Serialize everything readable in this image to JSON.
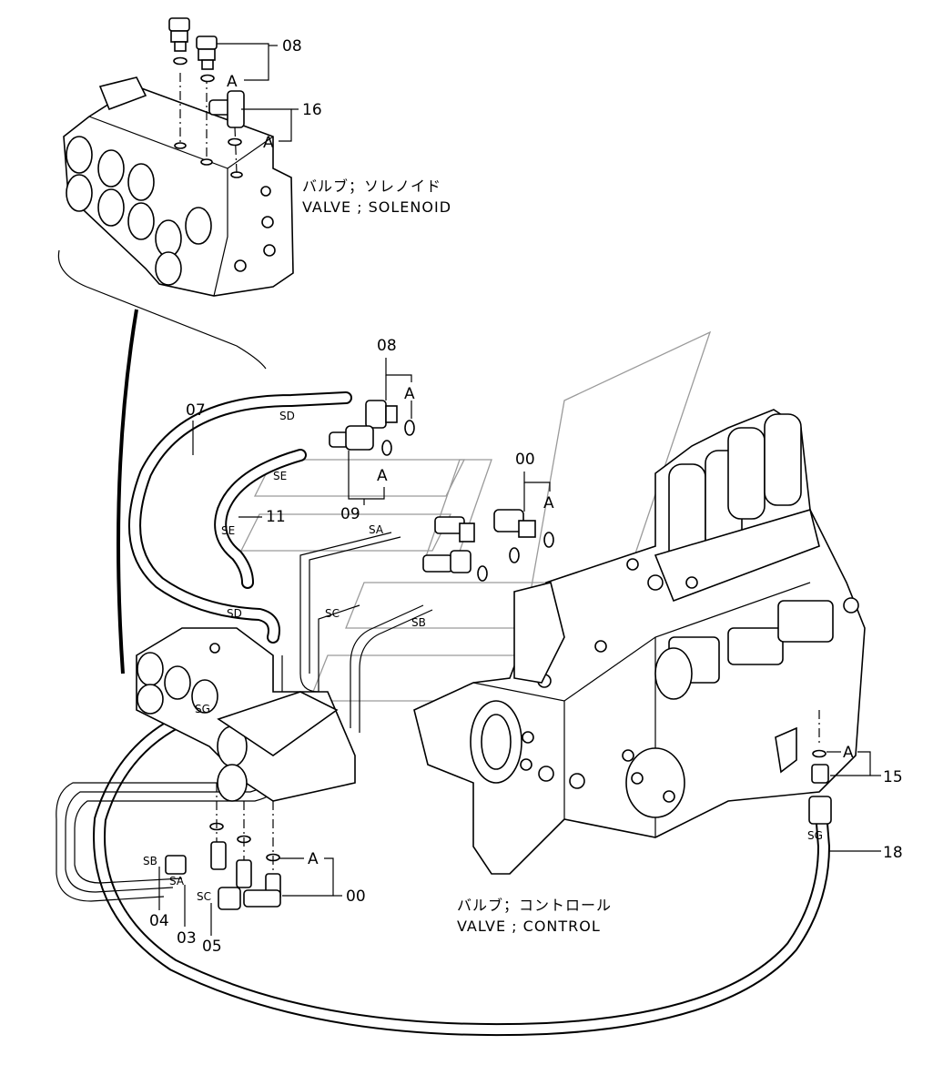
{
  "part_numbers": {
    "p08_top": "08",
    "p16": "16",
    "p08_mid": "08",
    "p07": "07",
    "p11": "11",
    "p09": "09",
    "p00_mid": "00",
    "p15": "15",
    "p18": "18",
    "p00_bottom": "00",
    "p04": "04",
    "p03": "03",
    "p05": "05"
  },
  "oring_marks": {
    "a_top1": "A",
    "a_top2": "A",
    "a_mid1": "A",
    "a_mid2": "A",
    "a_mid3": "A",
    "a_right": "A",
    "a_bottom": "A"
  },
  "port_tags": {
    "sd_upper": "SD",
    "se_upper": "SE",
    "se_lower": "SE",
    "sa_upper": "SA",
    "sc_upper": "SC",
    "sb_upper": "SB",
    "sd_lower": "SD",
    "sg_left": "SG",
    "sg_right": "SG",
    "sb_lower": "SB",
    "sa_lower": "SA",
    "sc_lower": "SC"
  },
  "captions": {
    "solenoid_jp": "バルブ；ソレノイド",
    "solenoid_en": "VALVE ; SOLENOID",
    "control_jp": "バルブ；コントロール",
    "control_en": "VALVE ; CONTROL"
  }
}
